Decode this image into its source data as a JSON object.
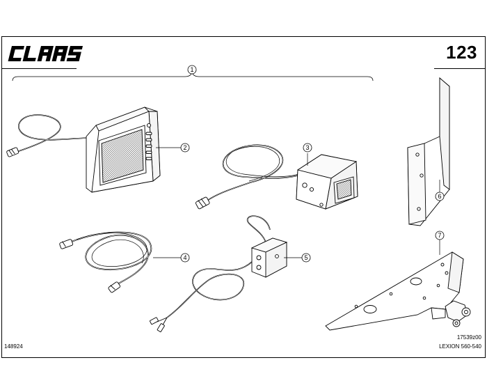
{
  "header": {
    "brand": "CLAAS",
    "page_number": "123"
  },
  "callouts": [
    "1",
    "2",
    "3",
    "4",
    "5",
    "6",
    "7"
  ],
  "footer": {
    "left_code": "148924",
    "drawing_code": "17539z00",
    "model": "LEXION 560-540"
  },
  "parts": [
    {
      "callout": "2",
      "item": "display-monitor"
    },
    {
      "callout": "3",
      "item": "camera"
    },
    {
      "callout": "4",
      "item": "extension-cable"
    },
    {
      "callout": "5",
      "item": "junction-box"
    },
    {
      "callout": "6",
      "item": "mounting-bracket"
    },
    {
      "callout": "7",
      "item": "mounting-plate"
    }
  ]
}
